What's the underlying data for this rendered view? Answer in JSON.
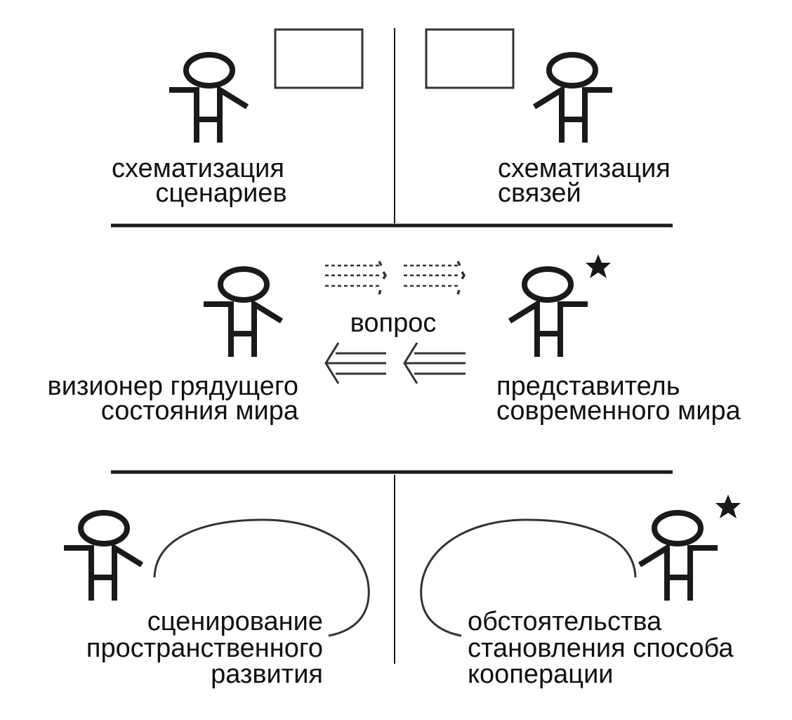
{
  "colors": {
    "ink": "#1a1a1a",
    "background": "#ffffff"
  },
  "top_left": {
    "label_lines": [
      "схематизация",
      "сценариев"
    ]
  },
  "top_right": {
    "label_lines": [
      "схематизация",
      "связей"
    ]
  },
  "middle": {
    "question_label": "вопрос",
    "left_label_lines": [
      "визионер грядущего",
      "состояния мира"
    ],
    "right_label_lines": [
      "представитель",
      "современного мира"
    ]
  },
  "bottom_left": {
    "label_lines": [
      "сценирование",
      "пространственного",
      "развития"
    ]
  },
  "bottom_right": {
    "label_lines": [
      "обстоятельства",
      "становления способа",
      "кооперации"
    ]
  }
}
